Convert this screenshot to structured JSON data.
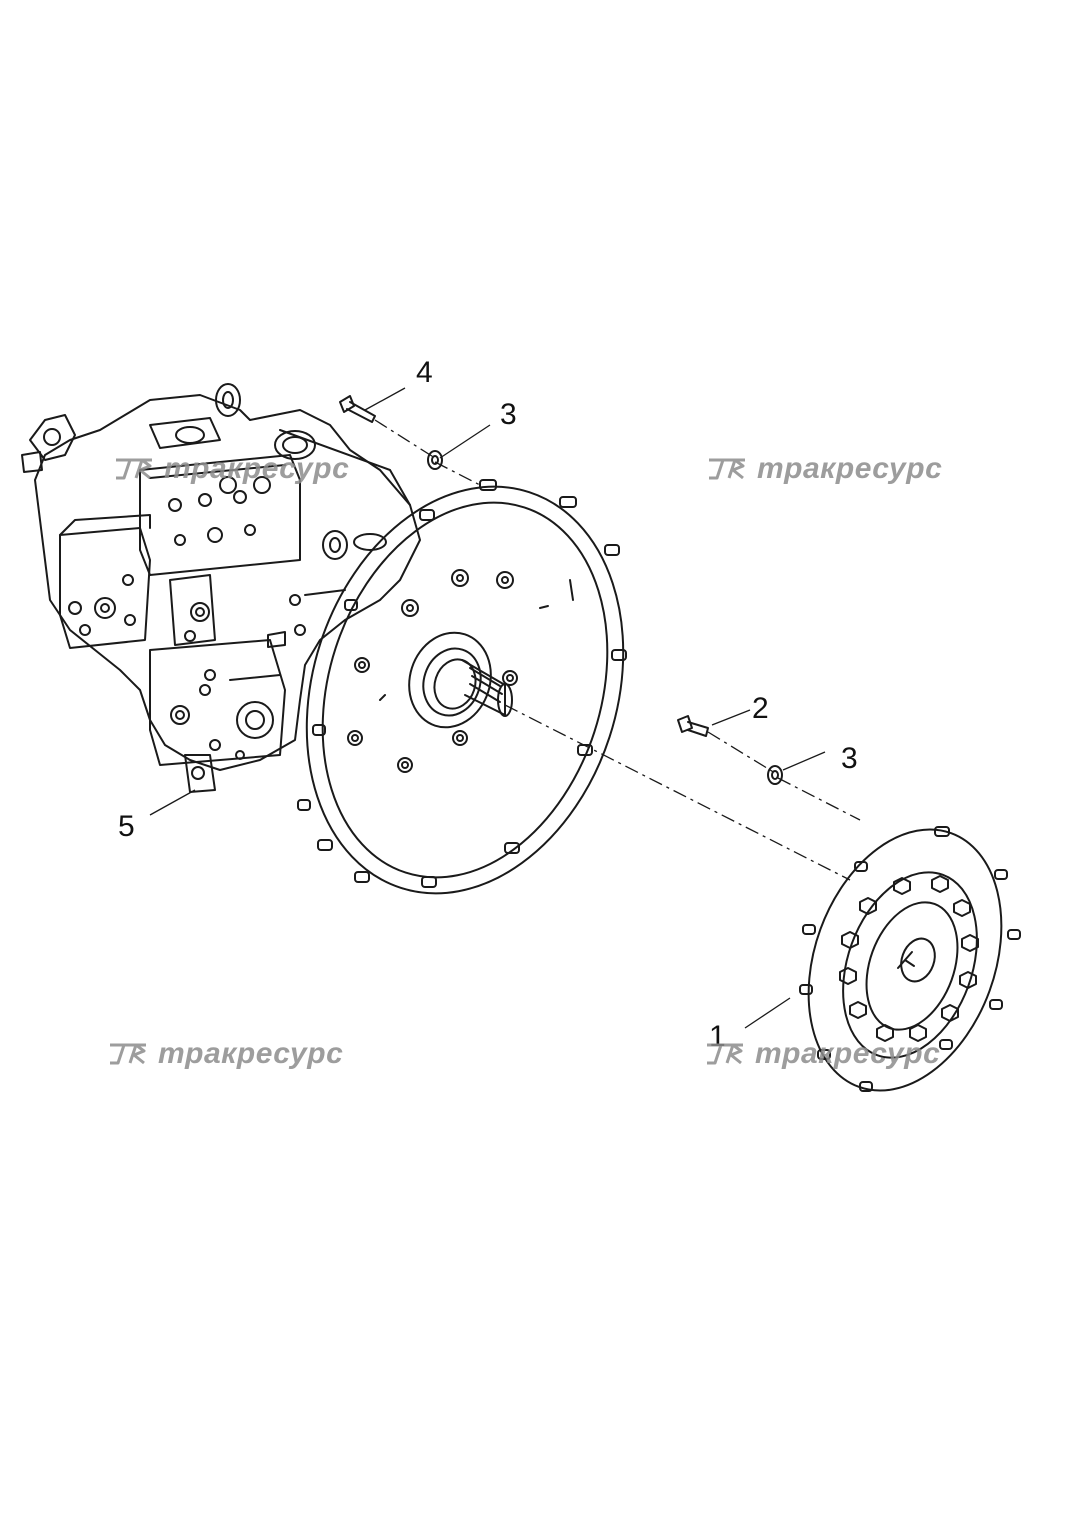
{
  "callouts": [
    {
      "id": "1",
      "label": "1"
    },
    {
      "id": "2",
      "label": "2"
    },
    {
      "id": "3a",
      "label": "3"
    },
    {
      "id": "3b",
      "label": "3"
    },
    {
      "id": "4",
      "label": "4"
    },
    {
      "id": "5",
      "label": "5"
    }
  ],
  "watermark": {
    "logo_text": "JR",
    "text": "тракресурс",
    "color": "#8c8c8c"
  },
  "colors": {
    "line": "#1a1a1a",
    "background": "#ffffff"
  }
}
